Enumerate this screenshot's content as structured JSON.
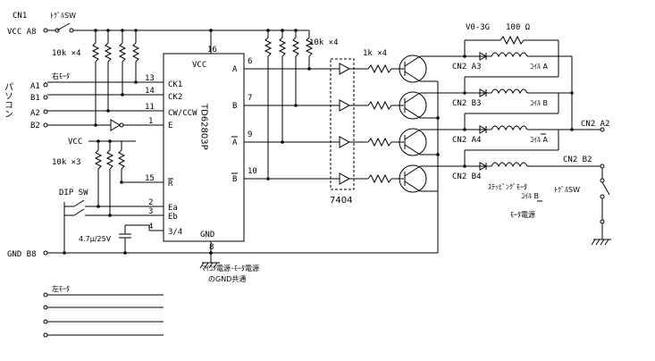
{
  "connectors": {
    "cn1": "CN1",
    "vcc_a8": "VCC A8",
    "gnd_b8": "GND B8",
    "a1": "A1",
    "b1": "B1",
    "a2": "A2",
    "b2": "B2",
    "cn2_a2": "CN2 A2",
    "cn2_b2": "CN2 B2",
    "cn2_a3": "CN2 A3",
    "cn2_b3": "CN2 B3",
    "cn2_a4": "CN2 A4",
    "cn2_b4": "CN2 B4"
  },
  "labels": {
    "toggle_sw_top": "ﾄｸﾞﾙSW",
    "toggle_sw_right": "ﾄｸﾞﾙSW",
    "right_motor": "右ﾓｰﾀ",
    "left_motor": "左ﾓｰﾀ",
    "pc_vertical": "パソコン",
    "dip_sw": "DIP SW",
    "cap": "4.7μ/25V",
    "vcc": "VCC",
    "vcc_ic": "VCC",
    "gnd_ic": "GND",
    "r10k_x4_left": "10k ×4",
    "r10k_x3": "10k ×3",
    "r10k_x4_mid": "10k ×4",
    "r1k_x4": "1k ×4",
    "chip": "TD62803P",
    "inverter": "7404",
    "v0_3g": "V0-3G",
    "r100": "100 Ω",
    "coil_a": "ｺｲﾙ A",
    "coil_b": "ｺｲﾙ B",
    "coil_a_bar": "ｺｲﾙ A",
    "stepping_motor": "ｽﾃｯﾋﾟﾝｸﾞﾓｰﾀ",
    "coil_b_bar": "ｺｲﾙ B",
    "motor_power": "ﾓｰﾀ電源",
    "gnd_common_1": "ﾏｲｺﾝ電源･ﾓｰﾀ電源",
    "gnd_common_2": "のGND共通"
  },
  "pins": {
    "p16": "16",
    "p13": "13",
    "p14": "14",
    "p11": "11",
    "p1": "1",
    "p15": "15",
    "p2": "2",
    "p3": "3",
    "p4": "4",
    "p8": "8",
    "p6": "6",
    "p7": "7",
    "p9": "9",
    "p10": "10"
  },
  "pin_names": {
    "ck1": "CK1",
    "ck2": "CK2",
    "cwccw": "CW/CCW",
    "e": "E",
    "r": "R",
    "ea": "Ea",
    "eb": "Eb",
    "q34": "3/4",
    "oa": "A",
    "ob": "B",
    "oabar": "A",
    "obbar": "B"
  }
}
